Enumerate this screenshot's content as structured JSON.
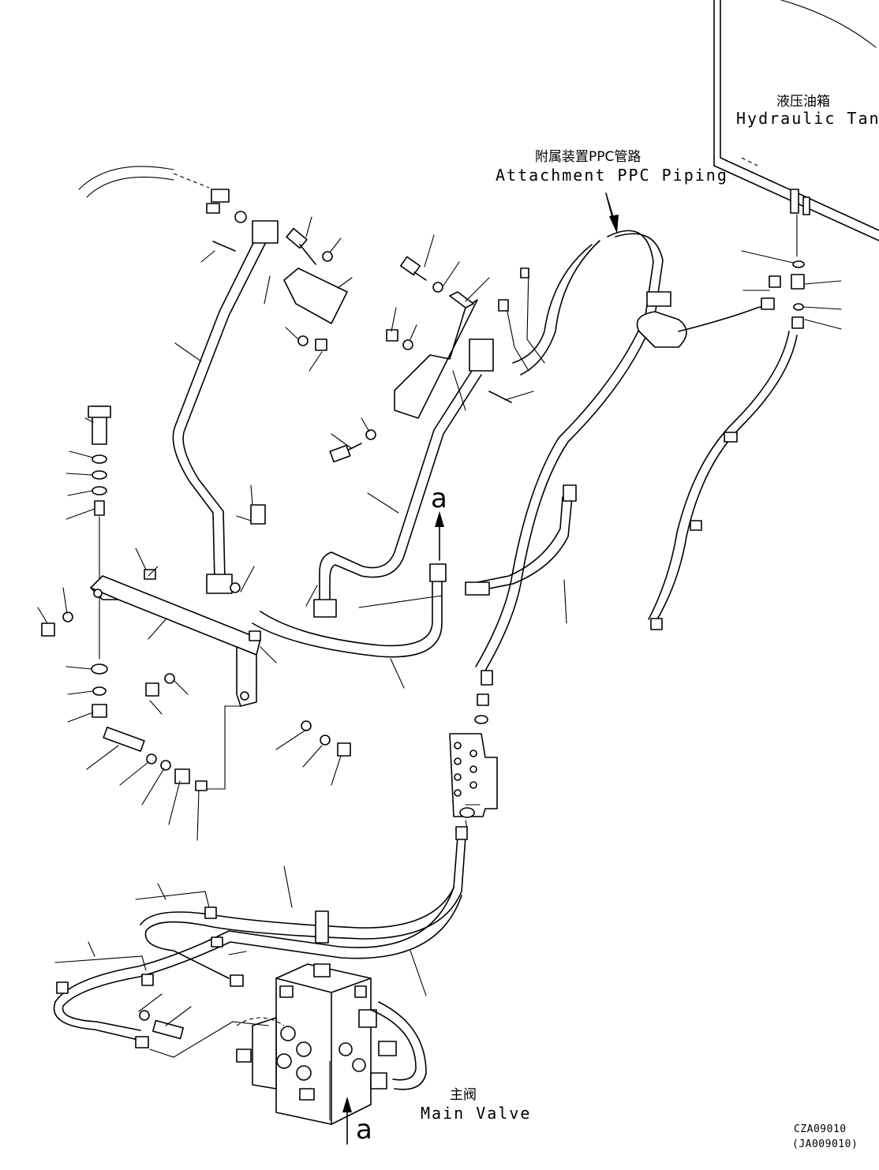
{
  "labels": {
    "tank_cn": "液压油箱",
    "tank_en": "Hydraulic Tank",
    "ppc_cn": "附属装置PPC管路",
    "ppc_en": "Attachment PPC Piping",
    "valve_cn": "主阀",
    "valve_en": "Main Valve",
    "view_marker_top": "a",
    "view_marker_bottom": "a"
  },
  "drawing_codes": {
    "code_main": "CZA09010",
    "code_ref": "(JA009010)"
  }
}
